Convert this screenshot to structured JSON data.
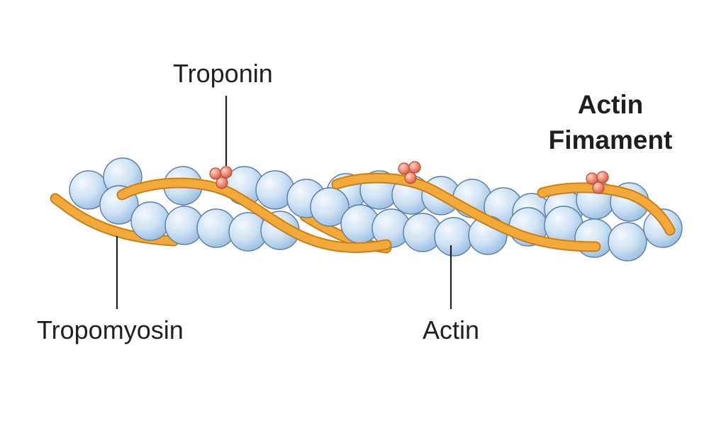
{
  "title": {
    "line1": "Actin",
    "line2": "Fimament"
  },
  "labels": {
    "troponin": "Troponin",
    "tropomyosin": "Tropomyosin",
    "actin": "Actin"
  },
  "colors": {
    "background": "#ffffff",
    "text": "#1f1f1f",
    "actin_sphere_light": "#e9f3fc",
    "actin_sphere_dark": "#a8c9e8",
    "actin_sphere_outline": "#5b7fa3",
    "tropomyosin_fill": "#f3a93a",
    "tropomyosin_outline": "#c87f1c",
    "troponin_fill": "#f08a72",
    "troponin_outline": "#b5503e"
  }
}
